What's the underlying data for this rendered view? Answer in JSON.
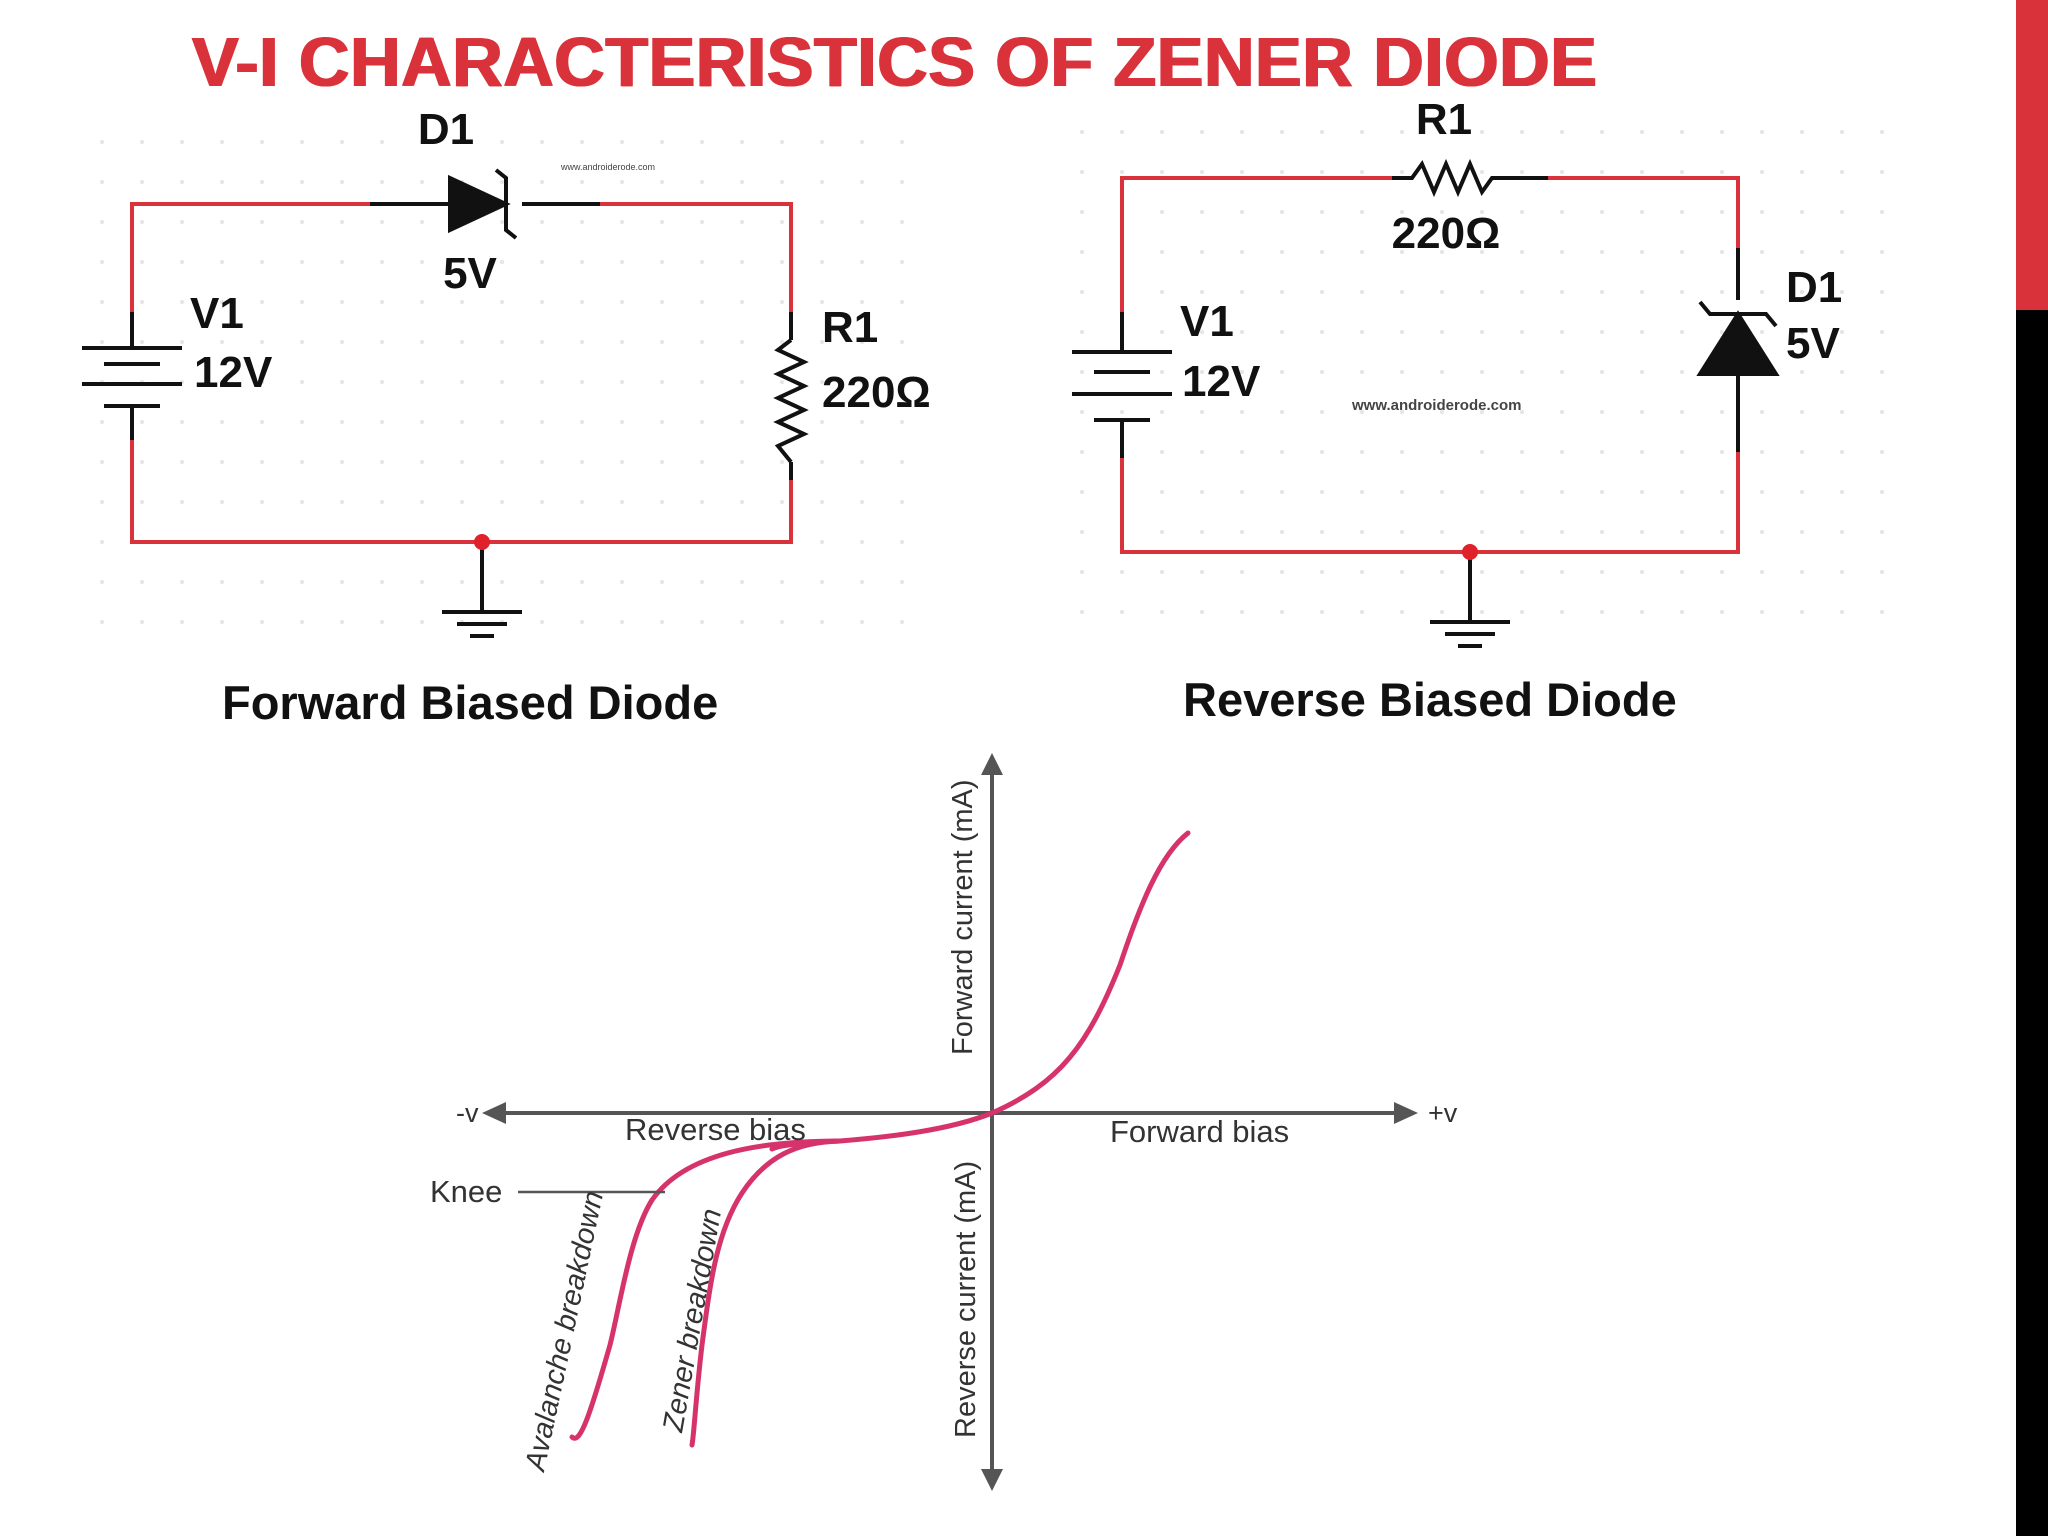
{
  "slide": {
    "title": "V-I CHARACTERISTICS OF ZENER DIODE",
    "colors": {
      "title": "#d9323b",
      "wire": "#d9323b",
      "curve": "#d6336c",
      "accent_top": "#d9323b",
      "accent_bottom": "#000000"
    }
  },
  "forward_circuit": {
    "caption": "Forward Biased Diode",
    "diode_name": "D1",
    "diode_value": "5V",
    "source_name": "V1",
    "source_value": "12V",
    "resistor_name": "R1",
    "resistor_value": "220Ω",
    "watermark": "www.androiderode.com"
  },
  "reverse_circuit": {
    "caption": "Reverse Biased Diode",
    "resistor_name": "R1",
    "resistor_value": "220Ω",
    "source_name": "V1",
    "source_value": "12V",
    "diode_name": "D1",
    "diode_value": "5V",
    "watermark": "www.androiderode.com"
  },
  "vi_graph": {
    "neg_v_label": "-v",
    "pos_v_label": "+v",
    "forward_current_label": "Forward current (mA)",
    "reverse_current_label": "Reverse current  (mA)",
    "reverse_bias_label": "Reverse bias",
    "forward_bias_label": "Forward bias",
    "knee_label": "Knee",
    "avalanche_label": "Avalanche breakdown",
    "zener_label": "Zener breakdown"
  }
}
